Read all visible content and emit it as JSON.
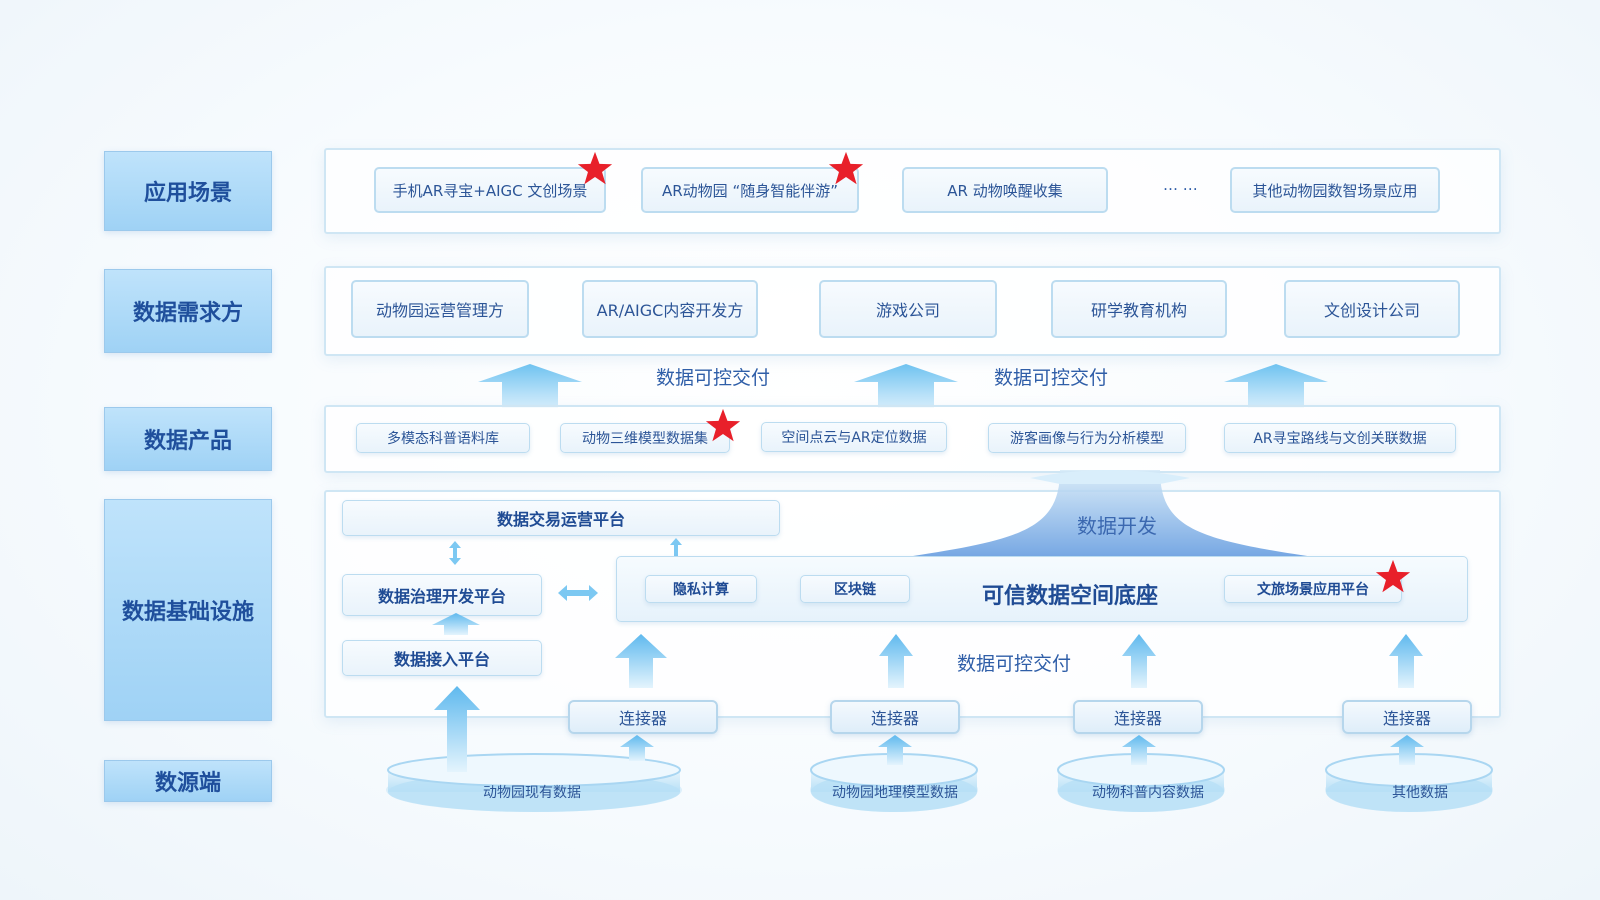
{
  "layers": {
    "application": "应用场景",
    "demand": "数据需求方",
    "product": "数据产品",
    "infra": "数据基础设施",
    "source": "数源端"
  },
  "application_items": [
    "手机AR寻宝+AIGC 文创场景",
    "AR动物园 “随身智能伴游”",
    "AR 动物唤醒收集",
    "… …",
    "其他动物园数智场景应用"
  ],
  "demand_items": [
    "动物园运营管理方",
    "AR/AIGC内容开发方",
    "游戏公司",
    "研学教育机构",
    "文创设计公司"
  ],
  "delivery_label_left": "数据可控交付",
  "delivery_label_right": "数据可控交付",
  "product_items": [
    "多模态科普语料库",
    "动物三维模型数据集",
    "空间点云与AR定位数据",
    "游客画像与行为分析模型",
    "AR寻宝路线与文创关联数据"
  ],
  "infra": {
    "trading_platform": "数据交易运营平台",
    "governance_platform": "数据治理开发平台",
    "access_platform": "数据接入平台",
    "data_development": "数据开发",
    "privacy_computing": "隐私计算",
    "blockchain": "区块链",
    "trusted_base": "可信数据空间底座",
    "tourism_platform": "文旅场景应用平台",
    "delivery_label": "数据可控交付"
  },
  "connector_label": "连接器",
  "sources": [
    "动物园现有数据",
    "动物园地理模型数据",
    "动物科普内容数据",
    "其他数据"
  ],
  "colors": {
    "star": "#e8202a",
    "accent": "#1f4f9c",
    "arrow": "#7cc8f2"
  },
  "icons": {
    "star": "star-icon",
    "arrow": "up-arrow-icon"
  }
}
